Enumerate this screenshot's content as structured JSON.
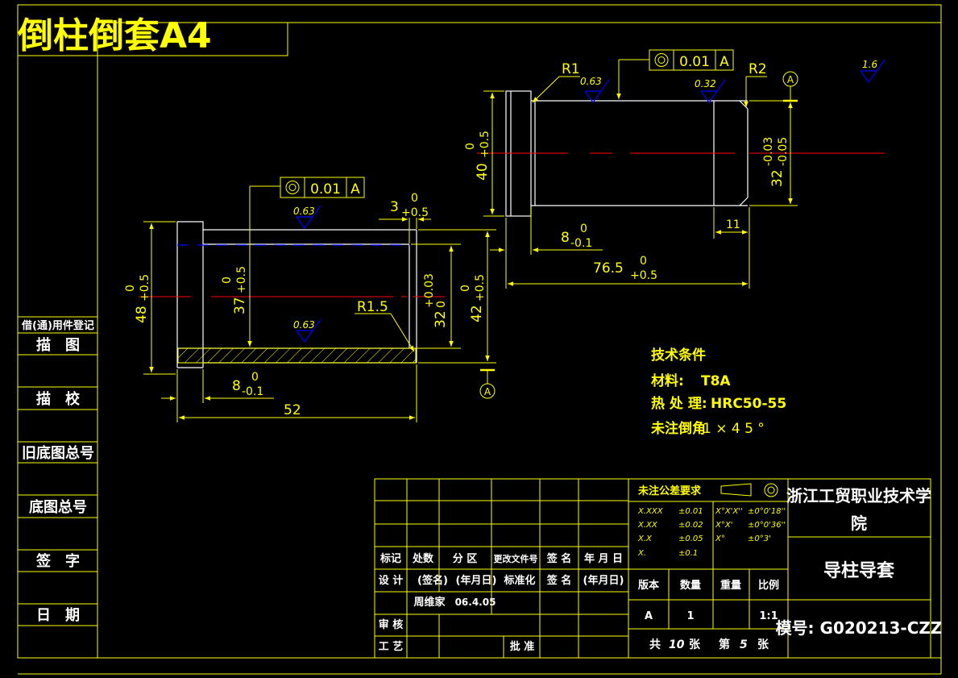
{
  "title": "倒柱倒套A4",
  "left_strip": {
    "header": "借(通)用件登记",
    "items": [
      "描　图",
      "描　校",
      "旧底图总号",
      "底图总号",
      "签　字",
      "日　期"
    ]
  },
  "colors": {
    "background": "#000000",
    "outline": "#ffffff",
    "dimension": "#ffff00",
    "centerline": "#ff0000",
    "hidden": "#0000ff",
    "frame": "#ffff00"
  },
  "bushing": {
    "fcf": {
      "symbol": "◎",
      "tolerance": "0.01",
      "datum": "A"
    },
    "dims": {
      "d48": "48",
      "d48_upper": "+0.5",
      "d48_lower": "0",
      "d37": "37",
      "d37_upper": "+0.5",
      "d37_lower": "0",
      "d32": "32",
      "d32_upper": "+0.03",
      "d32_lower": "0",
      "d42": "42",
      "d42_upper": "+0.5",
      "d42_lower": "0",
      "l3": "3",
      "l3_upper": "0",
      "l3_lower": "+0.5",
      "l8": "8",
      "l8_upper": "0",
      "l8_lower": "-0.1",
      "l52": "52",
      "r15": "R1.5"
    },
    "roughness": [
      "0.63",
      "0.63"
    ],
    "datum": "A"
  },
  "pillar": {
    "fcf": {
      "symbol": "◎",
      "tolerance": "0.01",
      "datum": "A"
    },
    "dims": {
      "r1": "R1",
      "r2": "R2",
      "d40": "40",
      "d40_upper": "+0.5",
      "d40_lower": "0",
      "d32": "32",
      "d32_upper": "-0.03",
      "d32_lower": "-0.05",
      "l8": "8",
      "l8_upper": "0",
      "l8_lower": "-0.1",
      "l765": "76.5",
      "l765_upper": "0",
      "l765_lower": "+0.5",
      "l11": "11"
    },
    "roughness": [
      "0.63",
      "0.32"
    ],
    "datum": "A",
    "general_roughness": "1.6"
  },
  "tech": {
    "heading": "技术条件",
    "material_label": "材料:",
    "material_value": "T8A",
    "heat_label": "热 处 理:",
    "heat_value": "HRC50-55",
    "chamfer_label": "未注倒角",
    "chamfer_value": "1 × 4 5 °"
  },
  "title_block": {
    "tol_header": "未注公差要求",
    "tol_rows": [
      [
        "X.XXX",
        "±0.01"
      ],
      [
        "X.XX",
        "±0.02"
      ],
      [
        "X.X",
        "±0.05"
      ],
      [
        "X.",
        "±0.1"
      ]
    ],
    "ang_rows": [
      [
        "X°X'X''",
        "±0°0'18''"
      ],
      [
        "X°X'",
        "±0°0'36''"
      ],
      [
        "X°",
        "±0°3'"
      ]
    ],
    "revision_labels": [
      "标记",
      "处数",
      "分 区",
      "更改文件号",
      "签 名",
      "年 月 日"
    ],
    "sign_labels": [
      "设 计",
      "(签名)",
      "(年月日)",
      "标准化",
      "签 名",
      "(年月日)"
    ],
    "designer": "周维家",
    "design_date": "06.4.05",
    "review": "审 核",
    "process": "工 艺",
    "approve": "批 准",
    "attr_headers": [
      "版本",
      "数量",
      "重量",
      "比例"
    ],
    "attr_values": [
      "A",
      "1",
      "",
      "1:1"
    ],
    "sheet_total_label": "共",
    "sheet_total": "10",
    "sheet_word1": "张",
    "sheet_no_label": "第",
    "sheet_no": "5",
    "sheet_word2": "张",
    "company_line1": "浙江工贸职业技术学",
    "company_line2": "院",
    "drawing_name": "导柱导套",
    "drawing_no": "模号: G020213-CZZ"
  }
}
